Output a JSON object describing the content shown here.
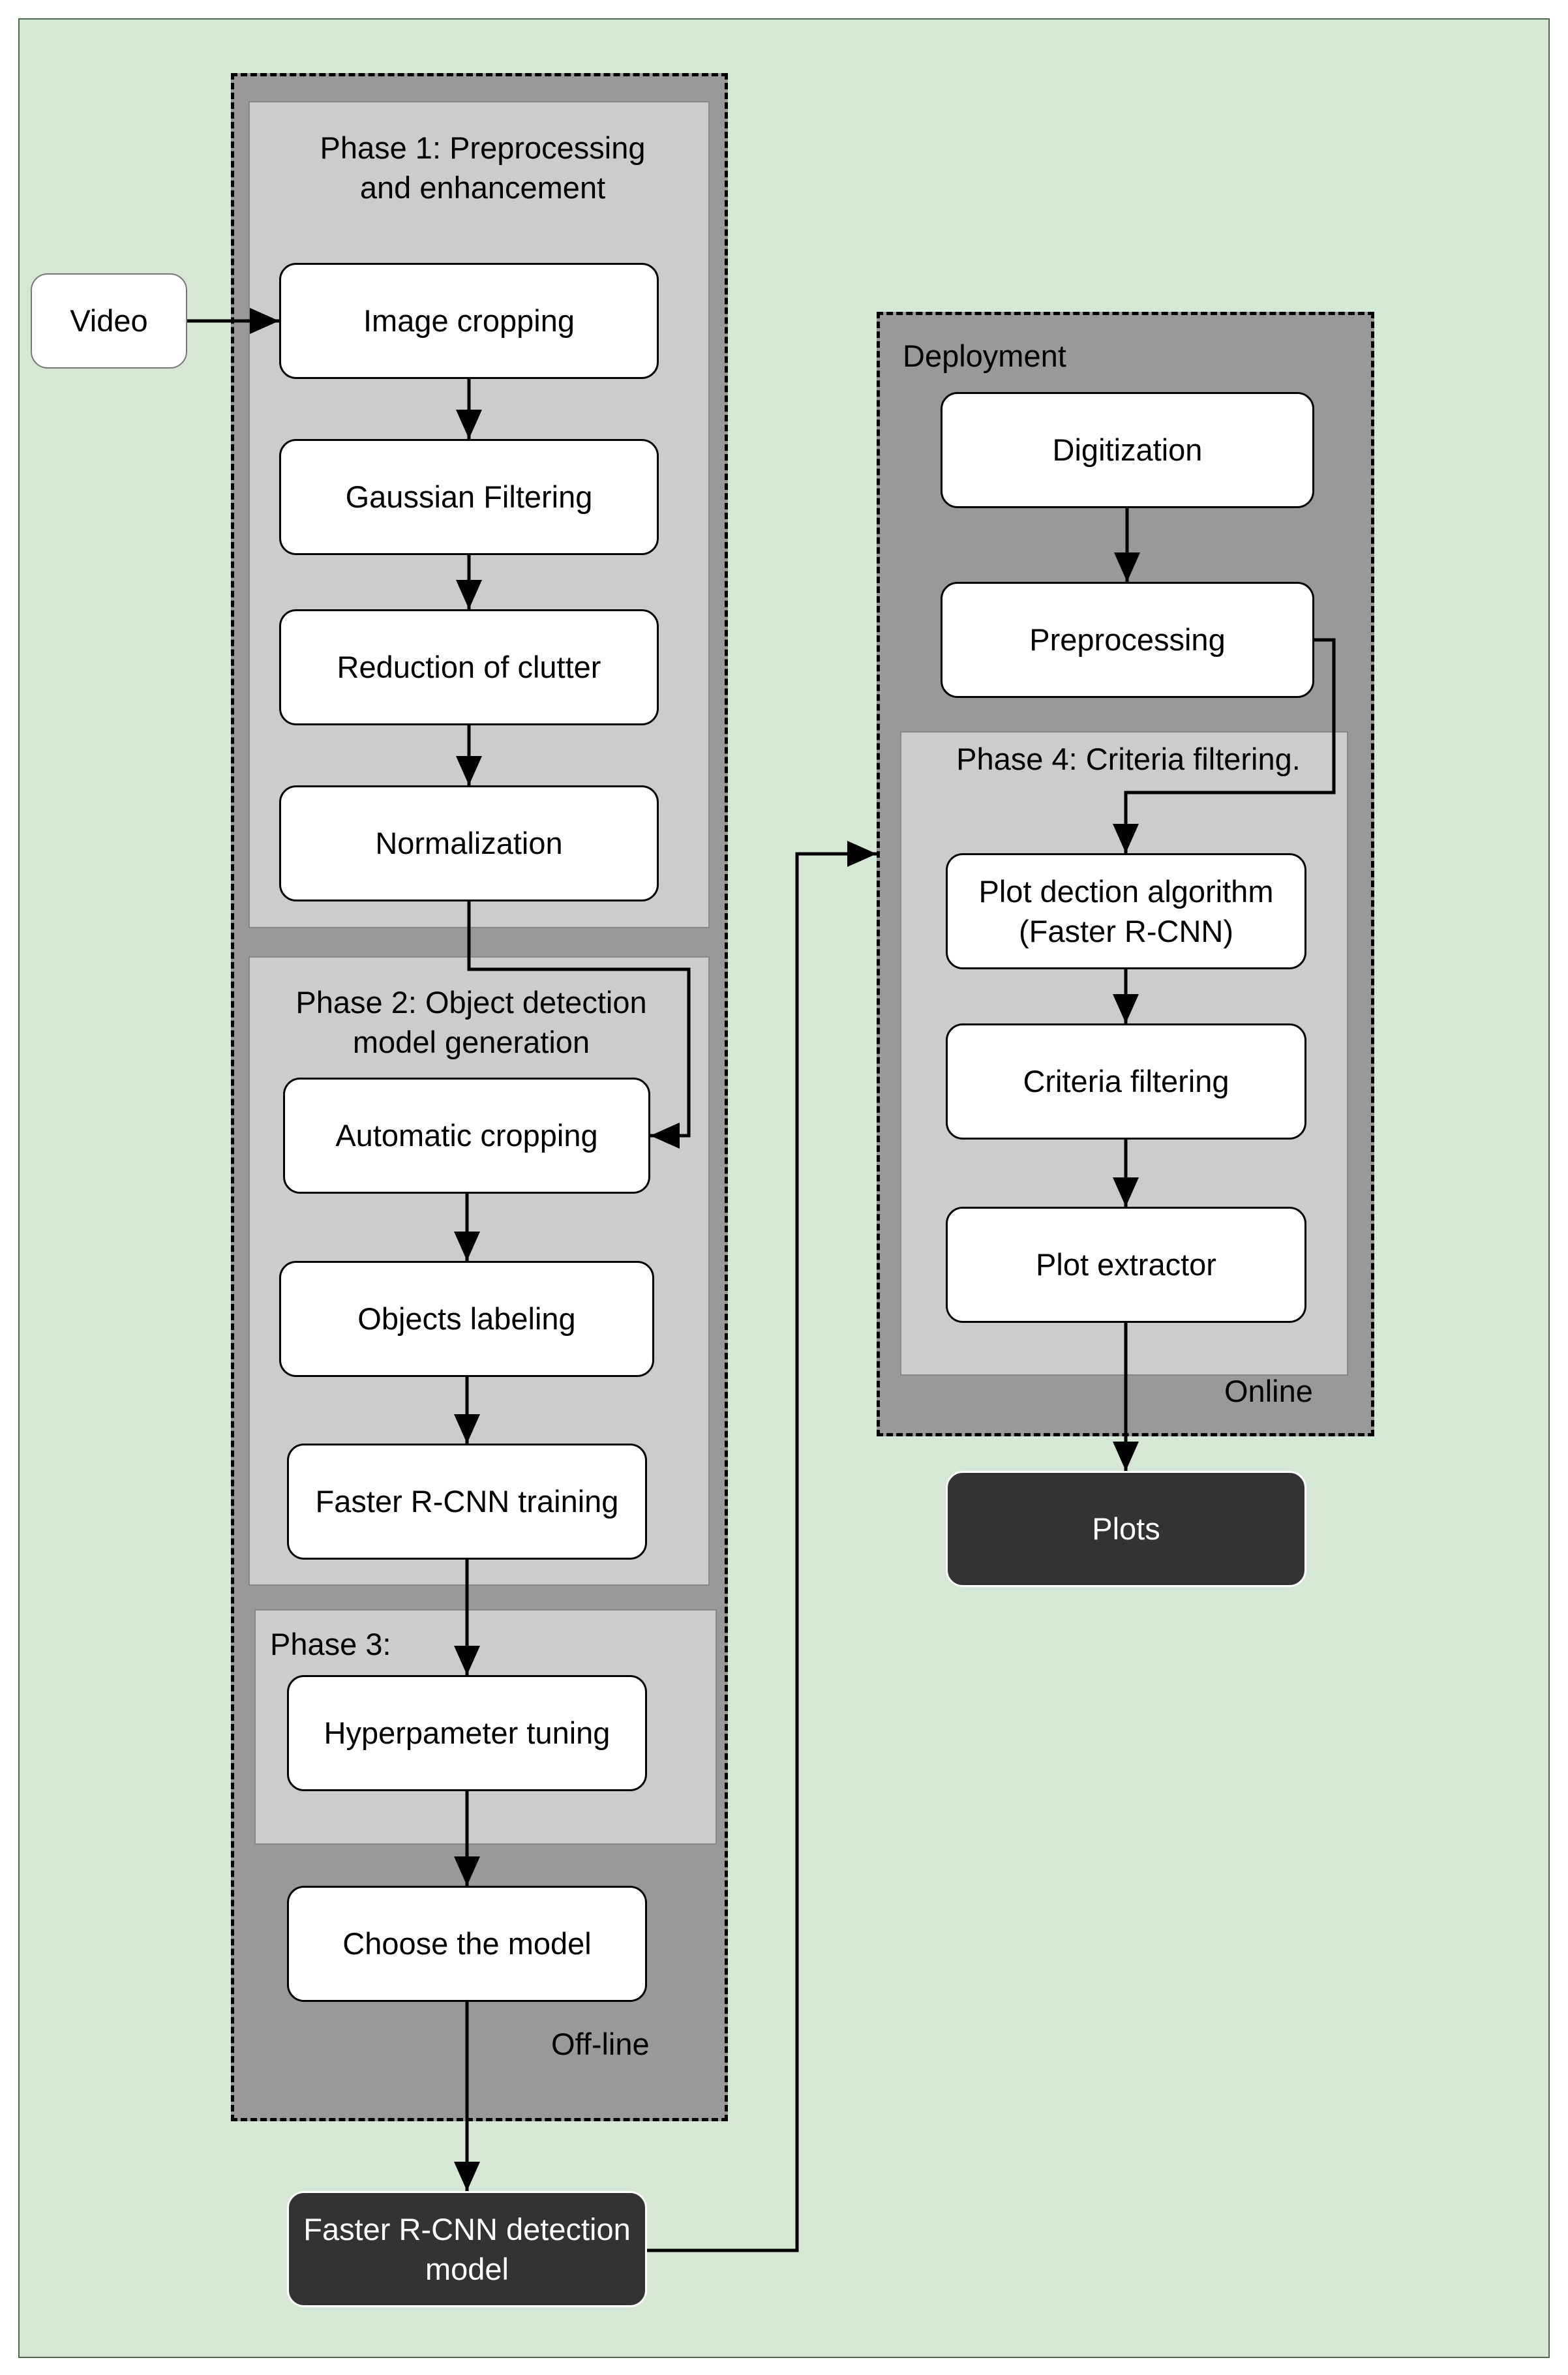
{
  "offline": {
    "label": "Off-line",
    "phase1": {
      "title": "Phase 1: Preprocessing and enhancement"
    },
    "phase2": {
      "title": "Phase 2:  Object detection model generation"
    },
    "phase3": {
      "title": "Phase 3:"
    }
  },
  "online": {
    "label": "Online",
    "deployment_label": "Deployment",
    "phase4": {
      "title": "Phase 4: Criteria filtering."
    }
  },
  "nodes": {
    "video": "Video",
    "image_cropping": "Image cropping",
    "gaussian_filtering": "Gaussian Filtering",
    "reduction_of_clutter": "Reduction of clutter",
    "normalization": "Normalization",
    "automatic_cropping": "Automatic cropping",
    "objects_labeling": "Objects labeling",
    "faster_rcnn_training": "Faster R-CNN training",
    "hyperparameter_tuning": "Hyperpameter tuning",
    "choose_the_model": "Choose the model",
    "detection_model": "Faster R-CNN detection model",
    "digitization": "Digitization",
    "preprocessing": "Preprocessing",
    "plot_detection_algorithm": "Plot dection algorithm (Faster R-CNN)",
    "criteria_filtering": "Criteria filtering",
    "plot_extractor": "Plot extractor",
    "plots": "Plots"
  },
  "colors": {
    "background": "#d5e8d4",
    "group_fill": "#999999",
    "phase_fill": "#cccccc",
    "node_fill": "#ffffff",
    "terminal_fill": "#333333"
  }
}
